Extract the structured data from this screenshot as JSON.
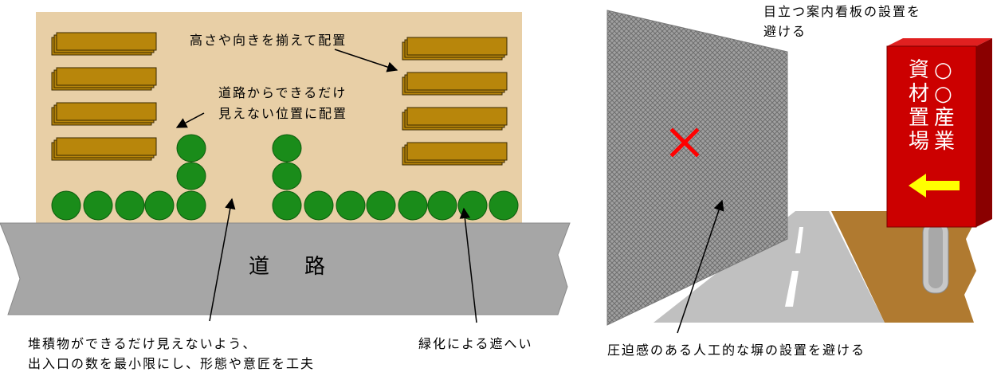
{
  "left": {
    "road_label": [
      "道",
      "路"
    ],
    "annotation_align": "高さや向きを揃えて配置",
    "annotation_hide": [
      "道路からできるだけ",
      "見えない位置に配置"
    ],
    "annotation_entrance": [
      "堆積物ができるだけ見えないよう、",
      "出入口の数を最小限にし、形態や意匠を工夫"
    ],
    "annotation_green": "緑化による遮へい"
  },
  "right": {
    "annotation_sign": [
      "目立つ案内看板の設置を",
      "避ける"
    ],
    "annotation_fence": "圧迫感のある人工的な塀の設置を避ける",
    "sign_col1": [
      "資",
      "材",
      "置",
      "場"
    ],
    "sign_col2": [
      "○",
      "○",
      "産",
      "業"
    ]
  },
  "colors": {
    "yard": "#e8cfa6",
    "road": "#a6a6a6",
    "materials": "#b8860b",
    "greenery": "#1a8c1a",
    "sign": "#d40000",
    "arrow": "#ffff00",
    "cross": "#ff0000",
    "soil": "#b07a30"
  }
}
